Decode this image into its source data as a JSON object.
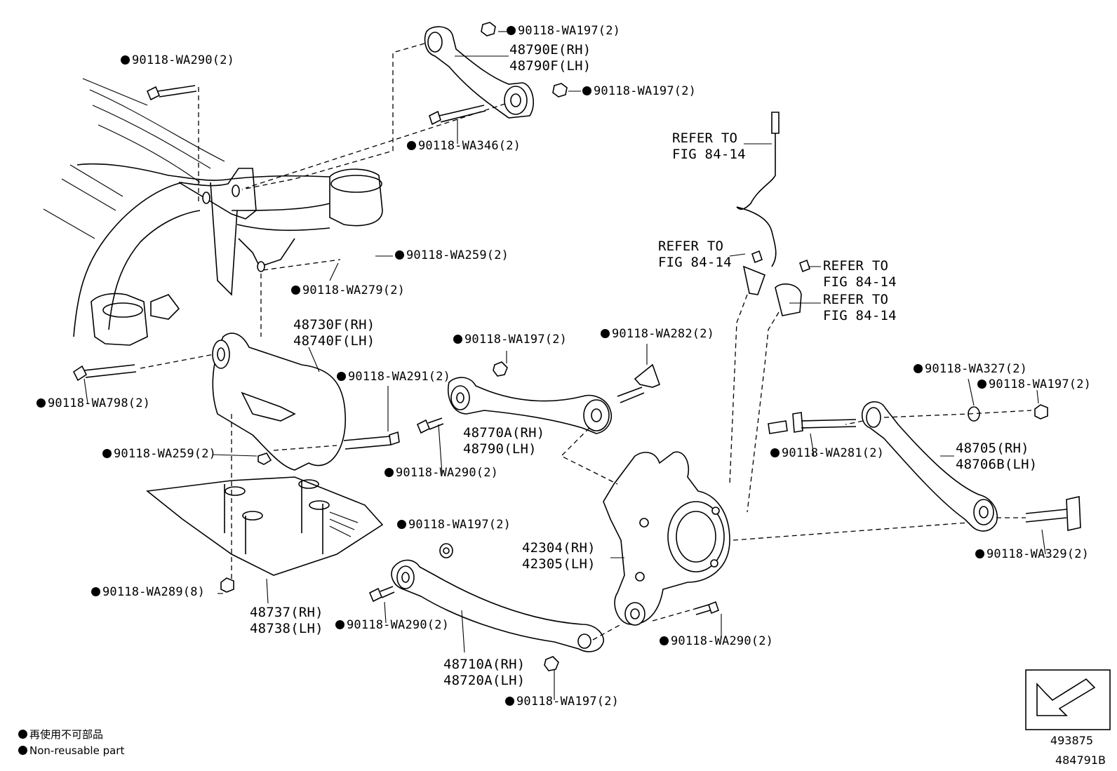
{
  "fasteners": {
    "f01": "90118-WA197(2)",
    "f02": "90118-WA290(2)",
    "f03": "90118-WA197(2)",
    "f04": "90118-WA346(2)",
    "f05": "90118-WA259(2)",
    "f06": "90118-WA279(2)",
    "f07": "90118-WA197(2)",
    "f08": "90118-WA282(2)",
    "f09": "90118-WA291(2)",
    "f10": "90118-WA798(2)",
    "f11": "90118-WA259(2)",
    "f12": "90118-WA290(2)",
    "f13": "90118-WA197(2)",
    "f14": "90118-WA327(2)",
    "f15": "90118-WA197(2)",
    "f16": "90118-WA281(2)",
    "f17": "90118-WA329(2)",
    "f18": "90118-WA289(8)",
    "f19": "90118-WA290(2)",
    "f20": "90118-WA290(2)",
    "f21": "90118-WA197(2)"
  },
  "parts": {
    "upper_arm": [
      "48790E(RH)",
      "48790F(LH)"
    ],
    "arm_730f": [
      "48730F(RH)",
      "48740F(LH)"
    ],
    "arm_770a": [
      "48770A(RH)",
      "48790(LH)"
    ],
    "arm_705": [
      "48705(RH)",
      "48706B(LH)"
    ],
    "knuckle": [
      "42304(RH)",
      "42305(LH)"
    ],
    "cover": [
      "48737(RH)",
      "48738(LH)"
    ],
    "arm_710a": [
      "48710A(RH)",
      "48720A(LH)"
    ]
  },
  "refers": {
    "r1": [
      "REFER TO",
      "FIG 84-14"
    ],
    "r2": [
      "REFER TO",
      "FIG 84-14"
    ],
    "r3": [
      "REFER TO",
      "FIG 84-14"
    ],
    "r4": [
      "REFER TO",
      "FIG 84-14"
    ]
  },
  "legend": {
    "jp": "再使用不可部品",
    "en": "Non-reusable part"
  },
  "reference": {
    "code1": "493875",
    "code2": "484791B"
  },
  "icons": [
    "bullet-dot-icon",
    "direction-arrow-icon"
  ]
}
